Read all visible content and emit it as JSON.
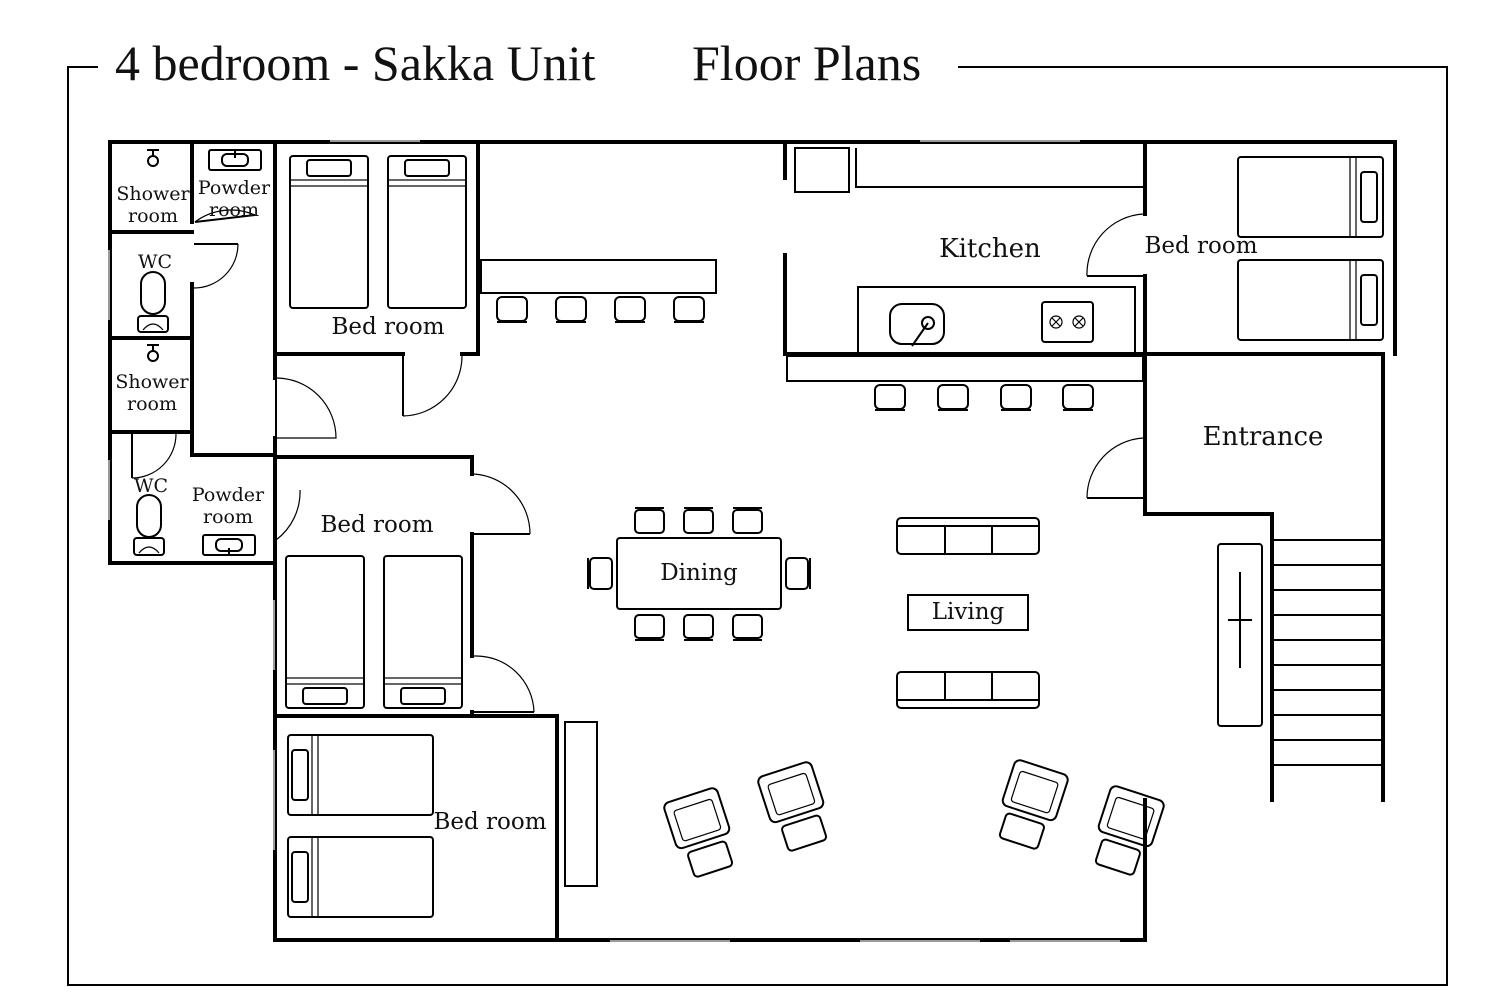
{
  "title": {
    "main": "4 bedroom - Sakka Unit",
    "sub": "Floor Plans"
  },
  "rooms": {
    "shower_room_1": [
      "Shower",
      "room"
    ],
    "powder_room_1": [
      "Powder",
      "room"
    ],
    "wc_1": "WC",
    "shower_room_2": [
      "Shower",
      "room"
    ],
    "wc_2": "WC",
    "powder_room_2": [
      "Powder",
      "room"
    ],
    "bedroom_1": "Bed room",
    "bedroom_2": "Bed room",
    "bedroom_3": "Bed room",
    "bedroom_4": "Bed room",
    "kitchen": "Kitchen",
    "entrance": "Entrance",
    "dining": "Dining",
    "living": "Living"
  },
  "colors": {
    "line": "#000000",
    "window": "#9a9a9a",
    "background": "#ffffff"
  }
}
